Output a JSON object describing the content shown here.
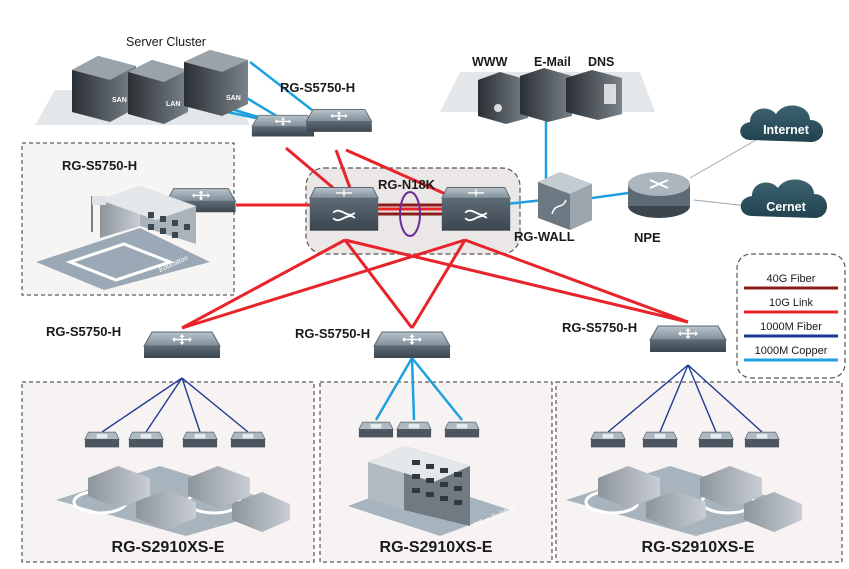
{
  "labels": {
    "server_cluster": "Server Cluster",
    "srv_switch": "RG-S5750-H",
    "edu_switch": "RG-S5750-H",
    "core": "RG-N18K",
    "www": "WWW",
    "email": "E-Mail",
    "dns": "DNS",
    "wall": "RG-WALL",
    "npe": "NPE",
    "internet": "Internet",
    "cernet": "Cernet",
    "agg_left": "RG-S5750-H",
    "agg_mid": "RG-S5750-H",
    "agg_right": "RG-S5750-H",
    "access_left": "RG-S2910XS-E",
    "access_mid": "RG-S2910XS-E",
    "access_right": "RG-S2910XS-E",
    "edu_tag": "Education",
    "office_tag": "Office Building",
    "server_tags": [
      "SAN",
      "LAN",
      "SAN"
    ]
  },
  "legend": {
    "items": [
      {
        "label": "40G Fiber",
        "color": "#8b1c1c"
      },
      {
        "label": "10G Link",
        "color": "#e8232a"
      },
      {
        "label": "1000M Fiber",
        "color": "#1f3a93"
      },
      {
        "label": "1000M Copper",
        "color": "#1ea0e0"
      }
    ]
  }
}
